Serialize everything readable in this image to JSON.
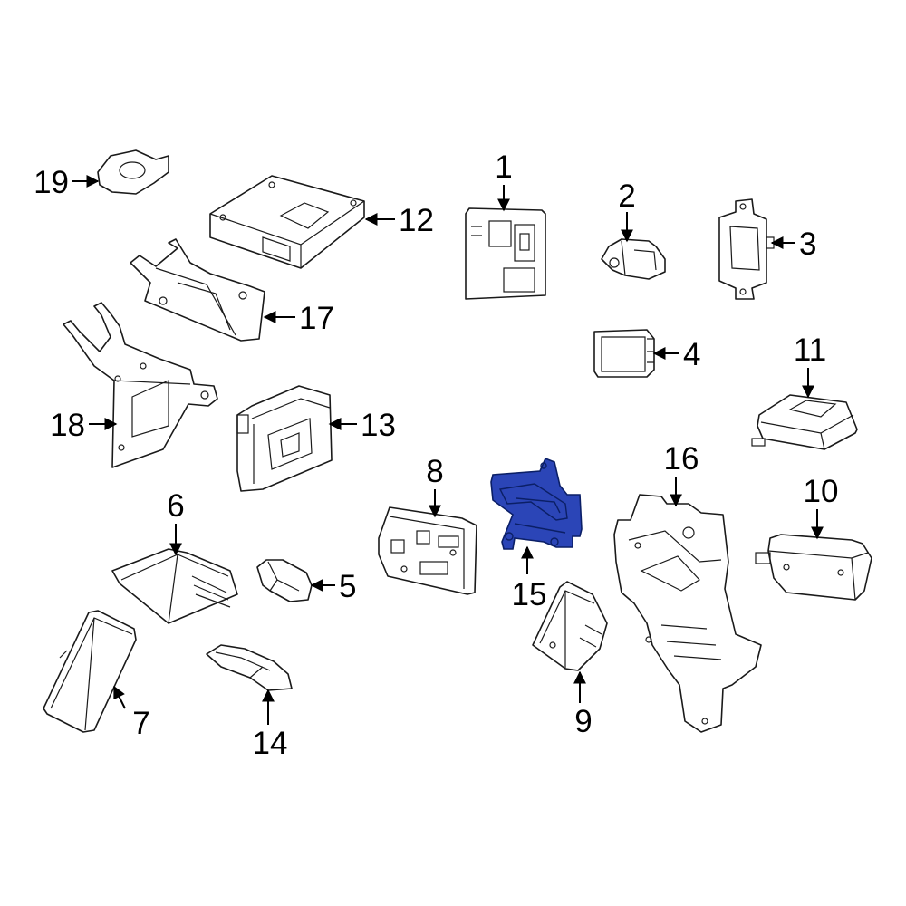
{
  "diagram": {
    "highlight_color": "#2b45b7",
    "line_color": "#1a1a1a",
    "callouts": [
      {
        "id": "1",
        "label": "1"
      },
      {
        "id": "2",
        "label": "2"
      },
      {
        "id": "3",
        "label": "3"
      },
      {
        "id": "4",
        "label": "4"
      },
      {
        "id": "5",
        "label": "5"
      },
      {
        "id": "6",
        "label": "6"
      },
      {
        "id": "7",
        "label": "7"
      },
      {
        "id": "8",
        "label": "8"
      },
      {
        "id": "9",
        "label": "9"
      },
      {
        "id": "10",
        "label": "10"
      },
      {
        "id": "11",
        "label": "11"
      },
      {
        "id": "12",
        "label": "12"
      },
      {
        "id": "13",
        "label": "13"
      },
      {
        "id": "14",
        "label": "14"
      },
      {
        "id": "15",
        "label": "15",
        "highlighted": true
      },
      {
        "id": "16",
        "label": "16"
      },
      {
        "id": "17",
        "label": "17"
      },
      {
        "id": "18",
        "label": "18"
      },
      {
        "id": "19",
        "label": "19"
      }
    ]
  }
}
